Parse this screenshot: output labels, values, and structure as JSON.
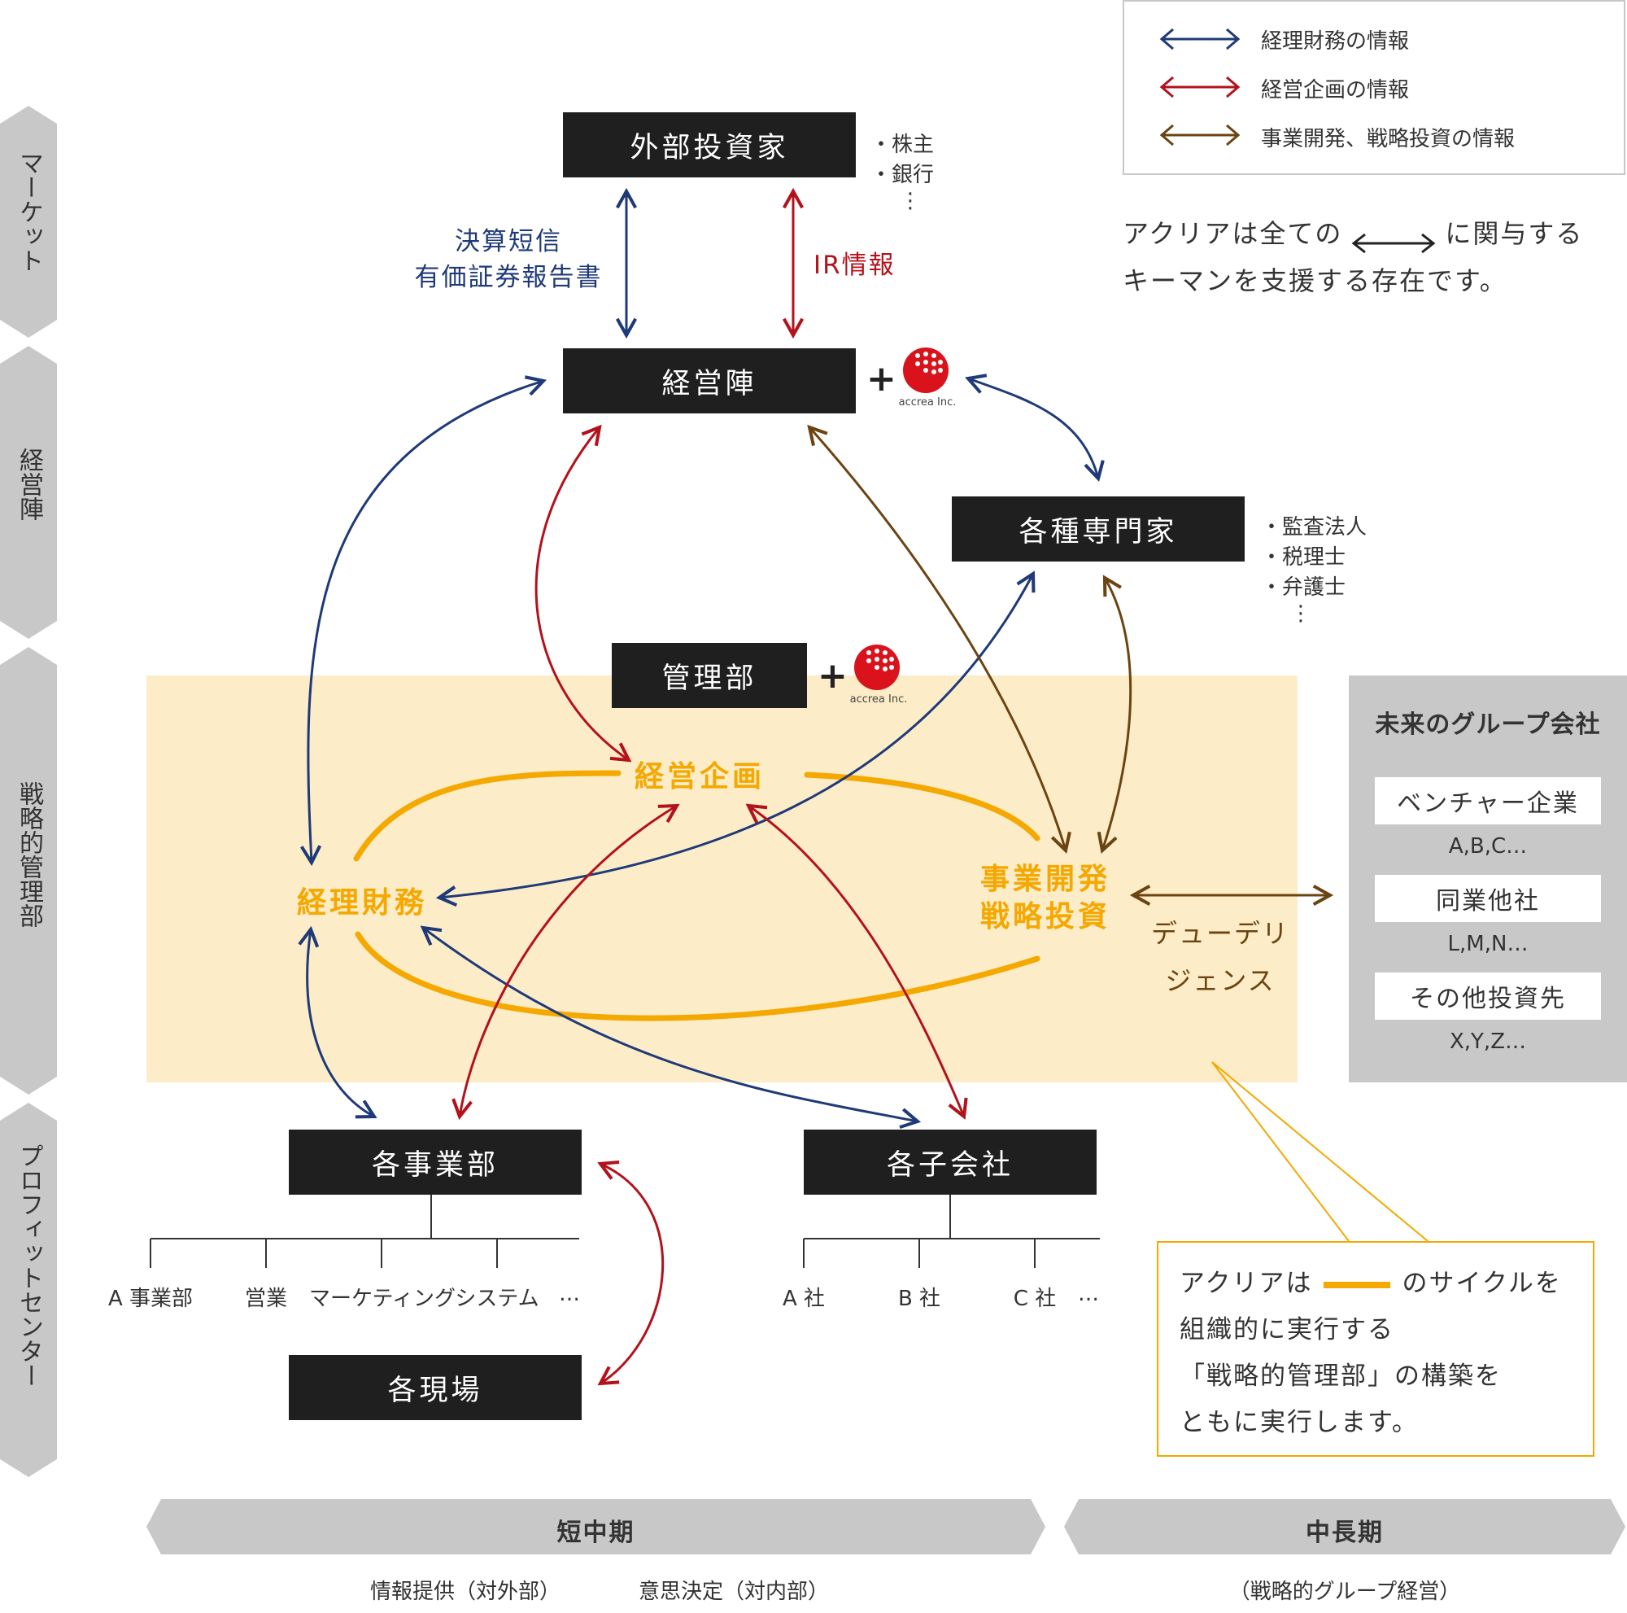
{
  "legend": {
    "items": [
      {
        "label": "経理財務の情報",
        "color": "#1f3a78"
      },
      {
        "label": "経営企画の情報",
        "color": "#b3121b"
      },
      {
        "label": "事業開発、戦略投資の情報",
        "color": "#6b4412"
      }
    ]
  },
  "note_top": {
    "line1_before": "アクリアは全ての",
    "line1_after": "に関与する",
    "line2": "キーマンを支援する存在です。"
  },
  "side_labels": [
    "マーケット",
    "経営陣",
    "戦略的管理部",
    "プロフィットセンター"
  ],
  "boxes": {
    "investors": "外部投資家",
    "management": "経営陣",
    "experts": "各種専門家",
    "admin": "管理部",
    "divisions": "各事業部",
    "subsidiaries": "各子会社",
    "sites": "各現場"
  },
  "investor_notes": [
    "・株主",
    "・銀行",
    "⋮"
  ],
  "expert_notes": [
    "・監査法人",
    "・税理士",
    "・弁護士",
    "⋮"
  ],
  "labels": {
    "financial_reports_1": "決算短信",
    "financial_reports_2": "有価証券報告書",
    "ir": "IR情報",
    "plus": "+",
    "logo_text": "accrea Inc.",
    "keiei_kikaku": "経営企画",
    "keiri_zaimu": "経理財務",
    "jigyo_1": "事業開発",
    "jigyo_2": "戦略投資",
    "due_1": "デューデリ",
    "due_2": "ジェンス"
  },
  "future": {
    "title": "未来のグループ会社",
    "items": [
      {
        "name": "ベンチャー企業",
        "sub": "A,B,C…"
      },
      {
        "name": "同業他社",
        "sub": "L,M,N…"
      },
      {
        "name": "その他投資先",
        "sub": "X,Y,Z…"
      }
    ]
  },
  "division_children": [
    "A 事業部",
    "営業",
    "マーケティング",
    "システム",
    "…"
  ],
  "subsidiary_children": [
    "A 社",
    "B 社",
    "C 社",
    "…"
  ],
  "callout": {
    "line1_before": "アクリアは",
    "line1_after": "のサイクルを",
    "line2": "組織的に実行する",
    "line3": "「戦略的管理部」の構築を",
    "line4": "ともに実行します。"
  },
  "timeline": {
    "short": "短中期",
    "long": "中長期",
    "short_sub1": "情報提供（対外部）",
    "short_sub2": "意思決定（対内部）",
    "long_sub": "（戦略的グループ経営）"
  }
}
